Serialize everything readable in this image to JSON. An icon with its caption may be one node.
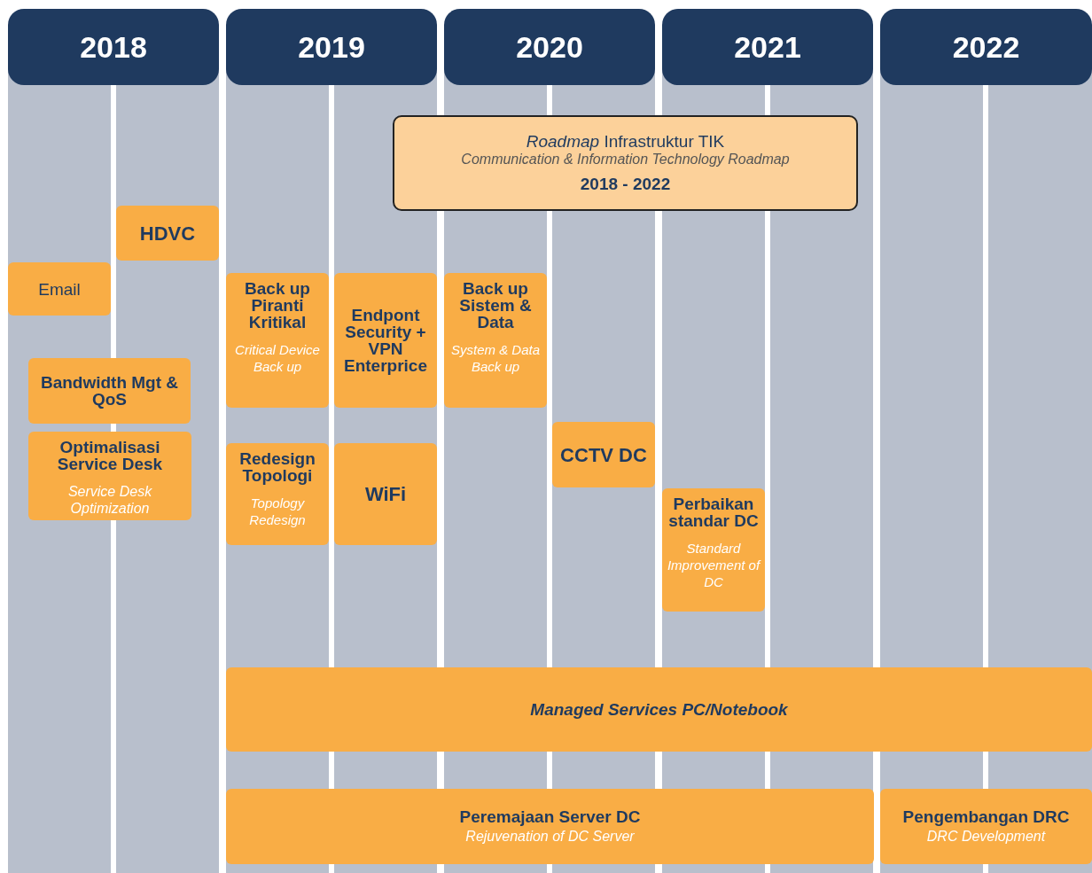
{
  "diagram": {
    "nodes": [
      {
        "text": [
          "2018"
        ]
      },
      {
        "text": [
          "2019"
        ]
      },
      {
        "text": [
          "2020"
        ]
      },
      {
        "text": [
          "2021"
        ]
      },
      {
        "text": [
          "2022"
        ]
      },
      {
        "text": [
          "*Roadmap* Infrastruktur TIK",
          "Communication & Information Technology Roadmap",
          "2018 - 2022"
        ]
      },
      {
        "text": [
          "HDVC"
        ]
      },
      {
        "text": [
          "Email"
        ]
      },
      {
        "text": [
          "Back up Piranti Kritikal",
          "Critical Device Back up"
        ]
      },
      {
        "text": [
          "Endpont Security + VPN Enterprice"
        ]
      },
      {
        "text": [
          "Back up Sistem & Data",
          "System & Data Back up"
        ]
      },
      {
        "text": [
          "Bandwidth Mgt & QoS"
        ]
      },
      {
        "text": [
          "Optimalisasi Service Desk",
          "Service Desk Optimization"
        ]
      },
      {
        "text": [
          "CCTV DC"
        ]
      },
      {
        "text": [
          "Redesign Topologi",
          "Topology Redesign"
        ]
      },
      {
        "text": [
          "WiFi"
        ]
      },
      {
        "text": [
          "Perbaikan standar DC",
          "Standard Improvement of DC"
        ]
      },
      {
        "text": [
          "Managed Services PC/Notebook"
        ]
      },
      {
        "text": [
          "Peremajaan Server DC",
          "Rejuvenation of DC Server"
        ]
      },
      {
        "text": [
          "Pengembangan DRC",
          "DRC Development"
        ]
      }
    ]
  }
}
